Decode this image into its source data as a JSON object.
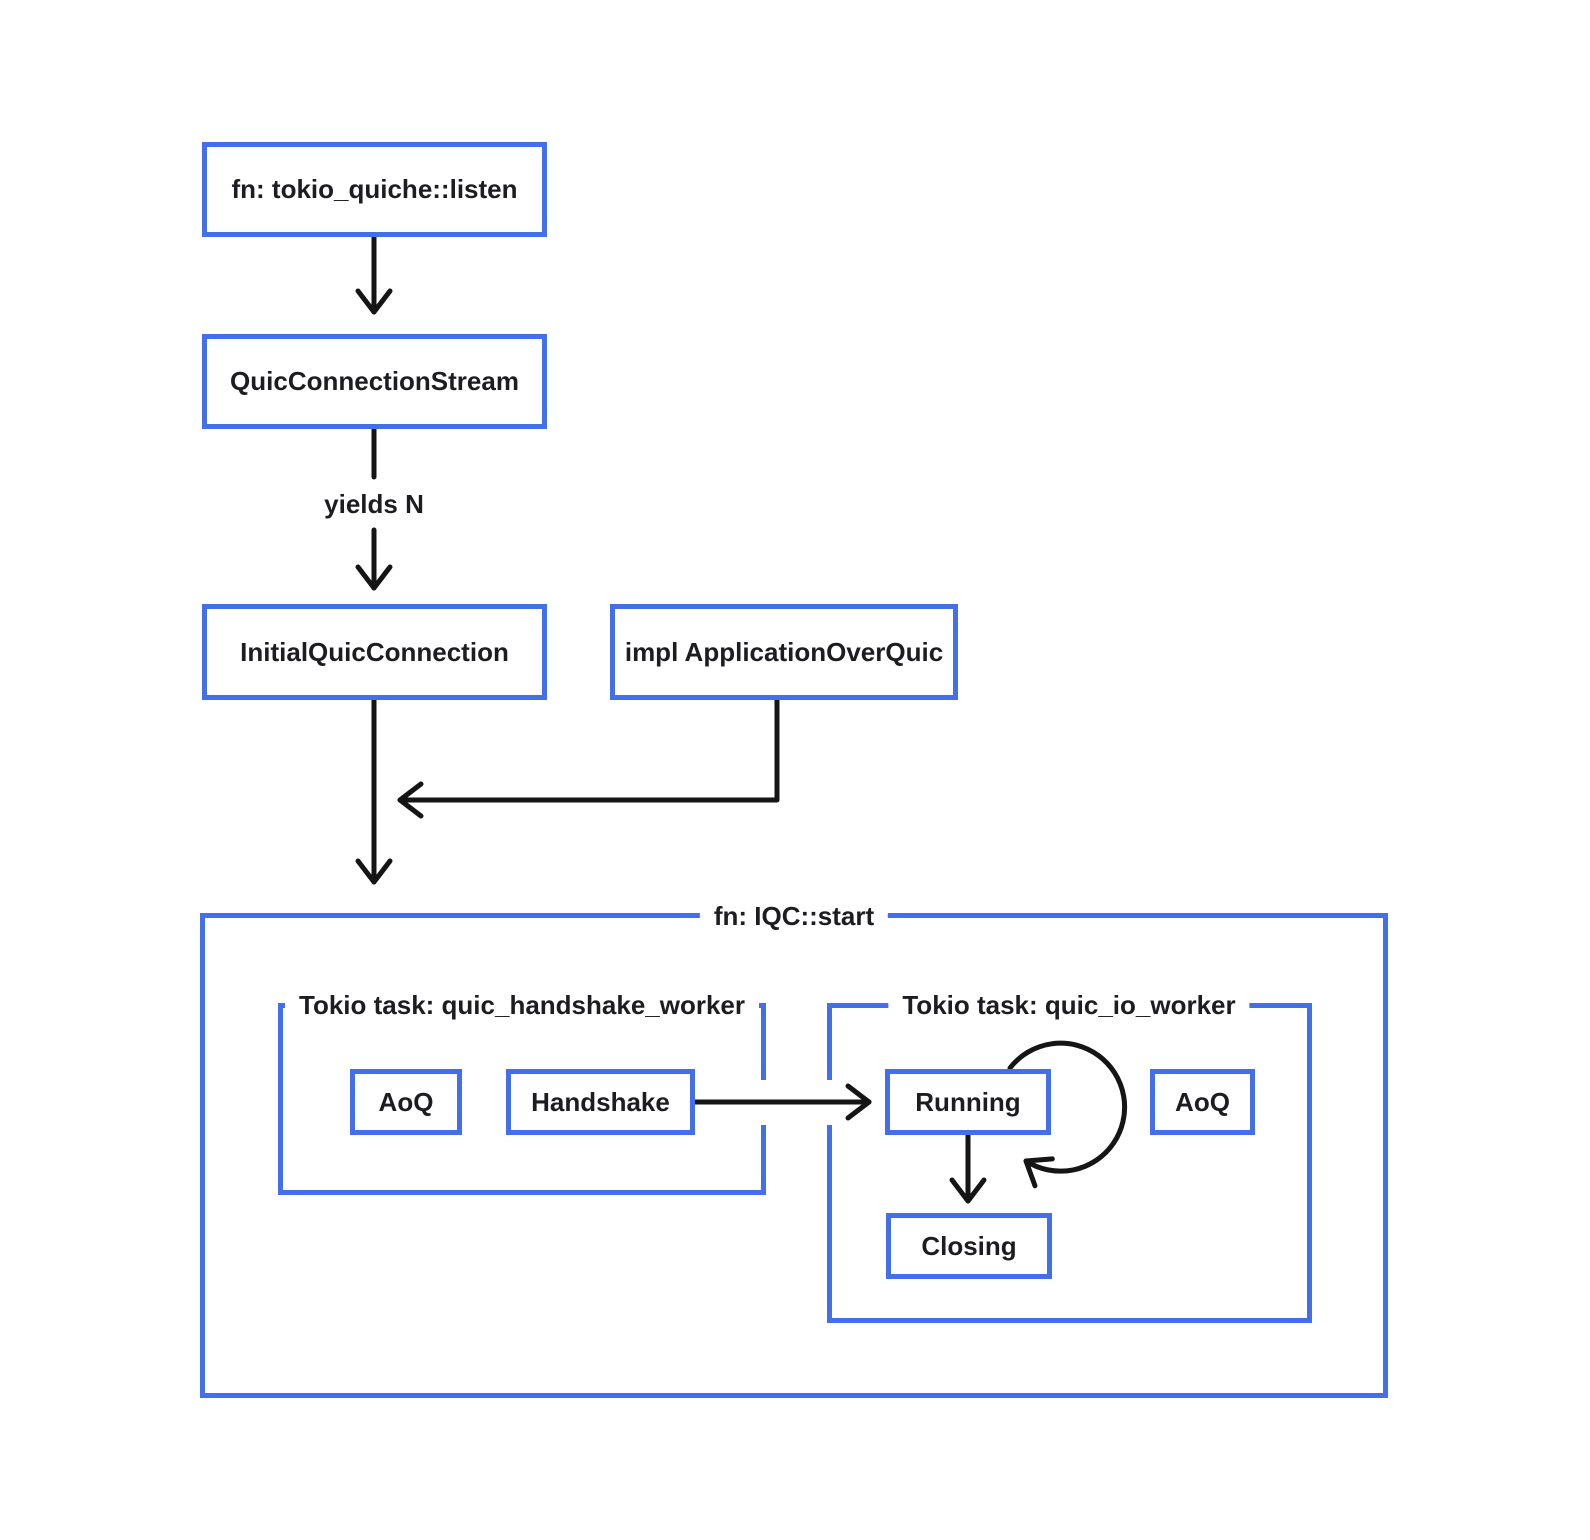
{
  "colors": {
    "accent_blue": "#436FEA",
    "arrow_black": "#151515",
    "text": "#1d1d21",
    "background": "#ffffff"
  },
  "nodes": {
    "listen": "fn: tokio_quiche::listen",
    "quic_connection_stream": "QuicConnectionStream",
    "initial_quic_connection": "InitialQuicConnection",
    "impl_application_over_quic": "impl ApplicationOverQuic",
    "handshake_aoq": "AoQ",
    "handshake": "Handshake",
    "running": "Running",
    "io_aoq": "AoQ",
    "closing": "Closing"
  },
  "containers": {
    "iqc_start": "fn: IQC::start",
    "handshake_worker": "Tokio task: quic_handshake_worker",
    "io_worker": "Tokio task: quic_io_worker"
  },
  "edge_labels": {
    "yields_n": "yields N"
  }
}
